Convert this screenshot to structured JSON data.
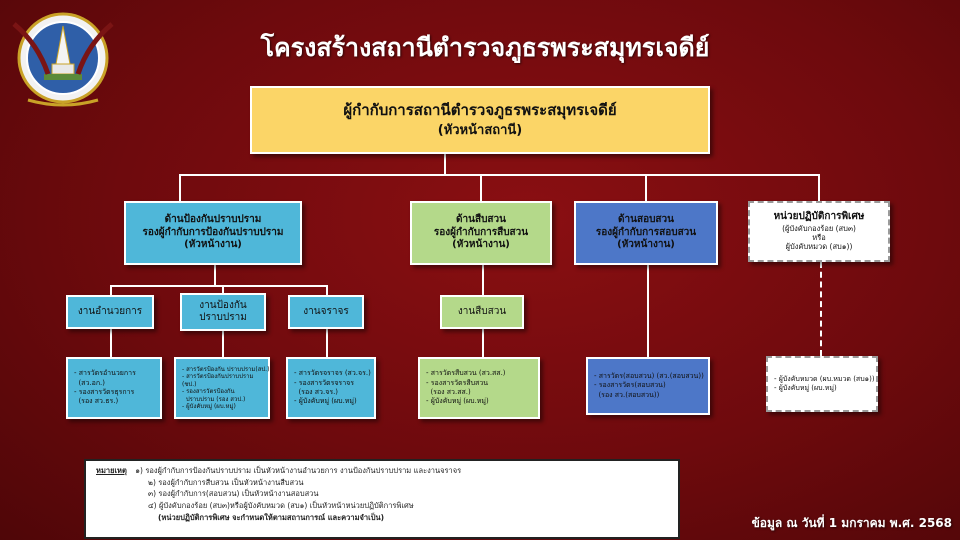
{
  "title": "โครงสร้างสถานีตำรวจภูธรพระสมุทรเจดีย์",
  "colors": {
    "background": "#6e0a0d",
    "commander": "#fbd567",
    "prevention": "#4fb7d9",
    "investigation": "#b4d98a",
    "inquiry": "#4d77c8",
    "special": "#ffffff",
    "line": "#ffffff"
  },
  "top": {
    "line1": "ผู้กำกับการสถานีตำรวจภูธรพระสมุทรเจดีย์",
    "line2": "(หัวหน้าสถานี)"
  },
  "divisions": {
    "prevention": {
      "line1": "ด้านป้องกันปราบปราม",
      "line2": "รองผู้กำกับการป้องกันปราบปราม",
      "line3": "(หัวหน้างาน)"
    },
    "investigation": {
      "line1": "ด้านสืบสวน",
      "line2": "รองผู้กำกับการสืบสวน",
      "line3": "(หัวหน้างาน)"
    },
    "inquiry": {
      "line1": "ด้านสอบสวน",
      "line2": "รองผู้กำกับการสอบสวน",
      "line3": "(หัวหน้างาน)"
    },
    "special": {
      "line1": "หน่วยปฏิบัติการพิเศษ",
      "line2": "(ผู้บังคับกองร้อย (สบ๓)",
      "line3": "หรือ",
      "line4": "ผู้บังคับหมวด (สบ๑))"
    }
  },
  "units": {
    "admin": "งานอำนวยการ",
    "prevent": "งานป้องกัน\nปราบปราม",
    "traffic": "งานจราจร",
    "investigate": "งานสืบสวน"
  },
  "staff": {
    "admin": [
      "- สารวัตรอำนวยการ",
      "  (สว.อก.)",
      "- รองสารวัตรธุรการ",
      "  (รอง สว.ธร.)"
    ],
    "prevent": [
      "- สารวัตรป้องกัน ปราบปราม(สป.)",
      "- สารวัตรป้องกันปราบปราม",
      "(ชป.)",
      "- รองสารวัตรป้องกัน",
      "  ปราบปราม (รอง สวป.)",
      "- ผู้บังคับหมู่ (ผบ.หมู่)"
    ],
    "traffic": [
      "- สารวัตรจราจร (สว.จร.)",
      "- รองสารวัตรจราจร",
      "  (รอง สว.จร.)",
      "- ผู้บังคับหมู่ (ผบ.หมู่)"
    ],
    "investigate": [
      "- สารวัตรสืบสวน (สว.สส.)",
      "- รองสารวัตรสืบสวน",
      "  (รอง สว.สส.)",
      "- ผู้บังคับหมู่ (ผบ.หมู่)"
    ],
    "inquiry": [
      "- สารวัตร(สอบสวน) (สว.(สอบสวน))",
      "- รองสารวัตร(สอบสวน)",
      "  (รอง สว.(สอบสวน))"
    ],
    "special": [
      "- ผู้บังคับหมวด (ผบ.หมวด (สบ๑))",
      "- ผู้บังคับหมู่ (ผบ.หมู่)"
    ]
  },
  "notes": {
    "heading": "หมายเหตุ",
    "items": [
      "๑) รองผู้กำกับการป้องกันปราบปราม เป็นหัวหน้างานอำนวยการ งานป้องกันปราบปราม และงานจราจร",
      "๒) รองผู้กำกับการสืบสวน เป็นหัวหน้างานสืบสวน",
      "๓) รองผู้กำกับการ(สอบสวน) เป็นหัวหน้างานสอบสวน",
      "๔) ผู้บังคับกองร้อย (สบ๓)หรือผู้บังคับหมวด (สบ๑) เป็นหัวหน้าหน่วยปฏิบัติการพิเศษ"
    ],
    "footnote": "(หน่วยปฏิบัติการพิเศษ จะกำหนดให้ตามสถานการณ์ และความจำเป็น)"
  },
  "footer": "ข้อมูล ณ วันที่ 1 มกราคม พ.ศ. 2568"
}
